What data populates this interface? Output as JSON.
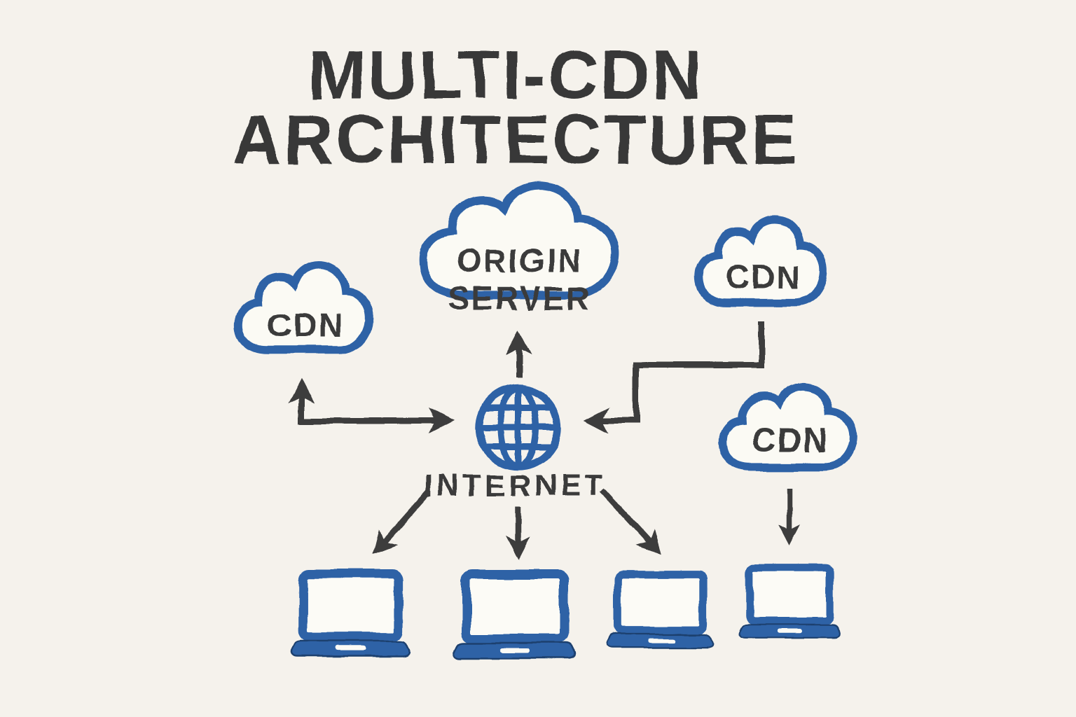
{
  "title": {
    "line1": "MULTI-CDN",
    "line2": "ARCHITECTURE"
  },
  "nodes": {
    "origin_server": {
      "icon": "cloud-icon",
      "label_line1": "ORIGIN",
      "label_line2": "SERVER"
    },
    "cdn_left": {
      "icon": "cloud-icon",
      "label": "CDN"
    },
    "cdn_top_right": {
      "icon": "cloud-icon",
      "label": "CDN"
    },
    "cdn_mid_right": {
      "icon": "cloud-icon",
      "label": "CDN"
    },
    "internet": {
      "icon": "globe-icon",
      "label": "INTERNET"
    },
    "clients": {
      "icon": "laptop-icon",
      "count": 4
    }
  },
  "edges": [
    {
      "from": "internet",
      "to": "origin_server",
      "style": "arrow-up"
    },
    {
      "from": "internet",
      "to": "cdn_left",
      "style": "bidirectional-elbow"
    },
    {
      "from": "cdn_top_right",
      "to": "internet",
      "style": "zigzag-arrow"
    },
    {
      "from": "internet",
      "to": "client_1",
      "style": "arrow-diagonal-left"
    },
    {
      "from": "internet",
      "to": "client_2",
      "style": "arrow-down"
    },
    {
      "from": "internet",
      "to": "client_3",
      "style": "arrow-diagonal-right"
    },
    {
      "from": "cdn_mid_right",
      "to": "client_4",
      "style": "arrow-down"
    }
  ],
  "colors": {
    "background": "#f5f2ec",
    "node_blue": "#2e62a6",
    "node_blue_dark": "#1d3f6e",
    "ink": "#3c3c3c",
    "fill_white": "#fcfbf6"
  }
}
